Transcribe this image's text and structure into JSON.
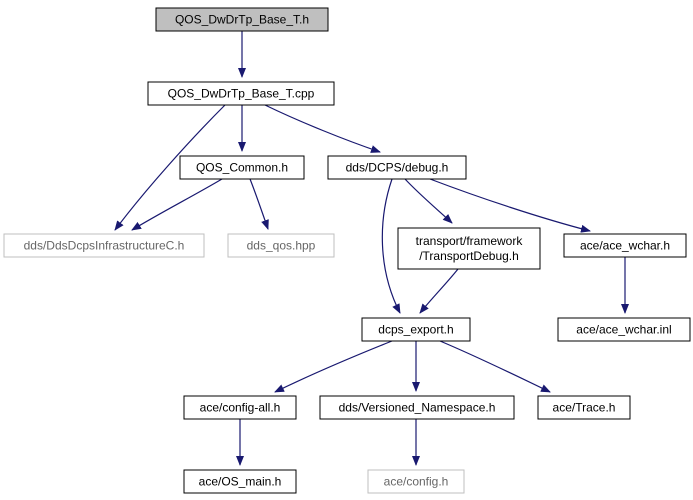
{
  "colors": {
    "edge": "#191970",
    "border": "#000000",
    "border_muted": "#bfbfbf",
    "fill_root": "#bfbfbf",
    "fill": "#ffffff",
    "text": "#000000",
    "text_muted": "#666666"
  },
  "nodes": [
    {
      "id": "root",
      "lines": [
        "QOS_DwDrTp_Base_T.h"
      ],
      "style": "root"
    },
    {
      "id": "cpp",
      "lines": [
        "QOS_DwDrTp_Base_T.cpp"
      ],
      "style": "normal"
    },
    {
      "id": "qoscommon",
      "lines": [
        "QOS_Common.h"
      ],
      "style": "normal"
    },
    {
      "id": "debug",
      "lines": [
        "dds/DCPS/debug.h"
      ],
      "style": "normal"
    },
    {
      "id": "ddsinfra",
      "lines": [
        "dds/DdsDcpsInfrastructureC.h"
      ],
      "style": "muted"
    },
    {
      "id": "ddsqos",
      "lines": [
        "dds_qos.hpp"
      ],
      "style": "muted"
    },
    {
      "id": "transport",
      "lines": [
        "transport/framework",
        "/TransportDebug.h"
      ],
      "style": "normal"
    },
    {
      "id": "wchar",
      "lines": [
        "ace/ace_wchar.h"
      ],
      "style": "normal"
    },
    {
      "id": "wcharinl",
      "lines": [
        "ace/ace_wchar.inl"
      ],
      "style": "normal"
    },
    {
      "id": "dcpsexport",
      "lines": [
        "dcps_export.h"
      ],
      "style": "normal"
    },
    {
      "id": "configall",
      "lines": [
        "ace/config-all.h"
      ],
      "style": "normal"
    },
    {
      "id": "versioned",
      "lines": [
        "dds/Versioned_Namespace.h"
      ],
      "style": "normal"
    },
    {
      "id": "trace",
      "lines": [
        "ace/Trace.h"
      ],
      "style": "normal"
    },
    {
      "id": "osmain",
      "lines": [
        "ace/OS_main.h"
      ],
      "style": "normal"
    },
    {
      "id": "config",
      "lines": [
        "ace/config.h"
      ],
      "style": "muted"
    }
  ],
  "edges": [
    {
      "from": "root",
      "to": "cpp"
    },
    {
      "from": "cpp",
      "to": "ddsinfra"
    },
    {
      "from": "cpp",
      "to": "qoscommon"
    },
    {
      "from": "cpp",
      "to": "debug"
    },
    {
      "from": "qoscommon",
      "to": "ddsinfra"
    },
    {
      "from": "qoscommon",
      "to": "ddsqos"
    },
    {
      "from": "debug",
      "to": "dcpsexport"
    },
    {
      "from": "debug",
      "to": "transport"
    },
    {
      "from": "debug",
      "to": "wchar"
    },
    {
      "from": "transport",
      "to": "dcpsexport"
    },
    {
      "from": "wchar",
      "to": "wcharinl"
    },
    {
      "from": "dcpsexport",
      "to": "configall"
    },
    {
      "from": "dcpsexport",
      "to": "versioned"
    },
    {
      "from": "dcpsexport",
      "to": "trace"
    },
    {
      "from": "configall",
      "to": "osmain"
    },
    {
      "from": "versioned",
      "to": "config"
    }
  ]
}
